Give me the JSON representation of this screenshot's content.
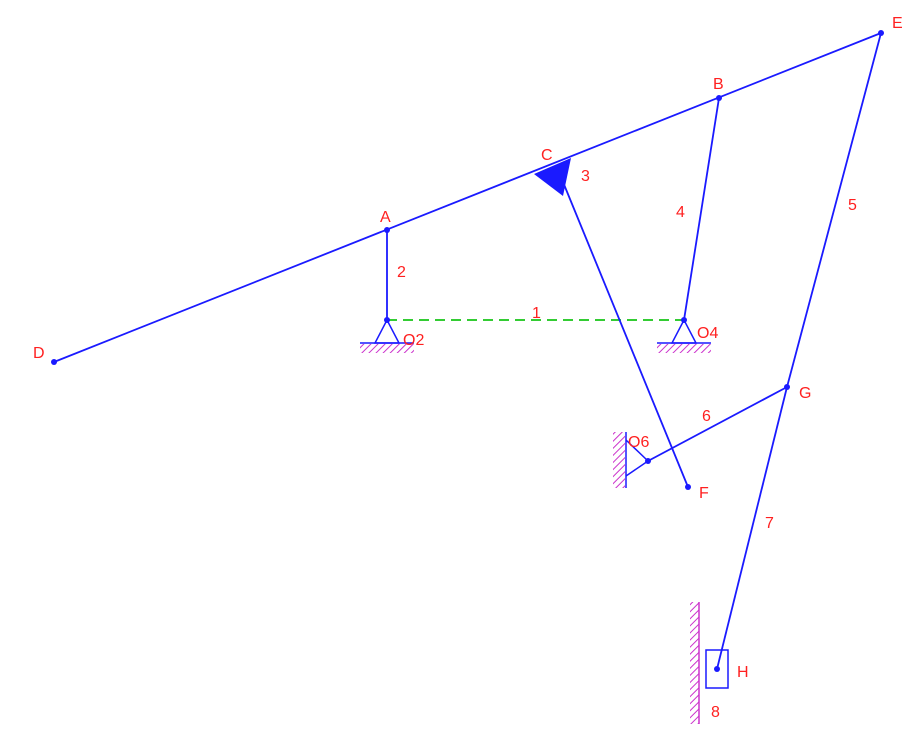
{
  "colors": {
    "link": "#1a1aff",
    "ground_hatch": "#cc33cc",
    "ground_line": "#1a1aff",
    "frame_line": "#33cc33",
    "label": "#ff2020",
    "joint": "#1a1aff"
  },
  "points": {
    "D": "D",
    "A": "A",
    "C": "C",
    "B": "B",
    "E": "E",
    "O2": "O2",
    "O4": "O4",
    "O6": "O6",
    "F": "F",
    "G": "G",
    "H": "H"
  },
  "links": {
    "l1": "1",
    "l2": "2",
    "l3": "3",
    "l4": "4",
    "l5": "5",
    "l6": "6",
    "l7": "7",
    "l8": "8"
  }
}
